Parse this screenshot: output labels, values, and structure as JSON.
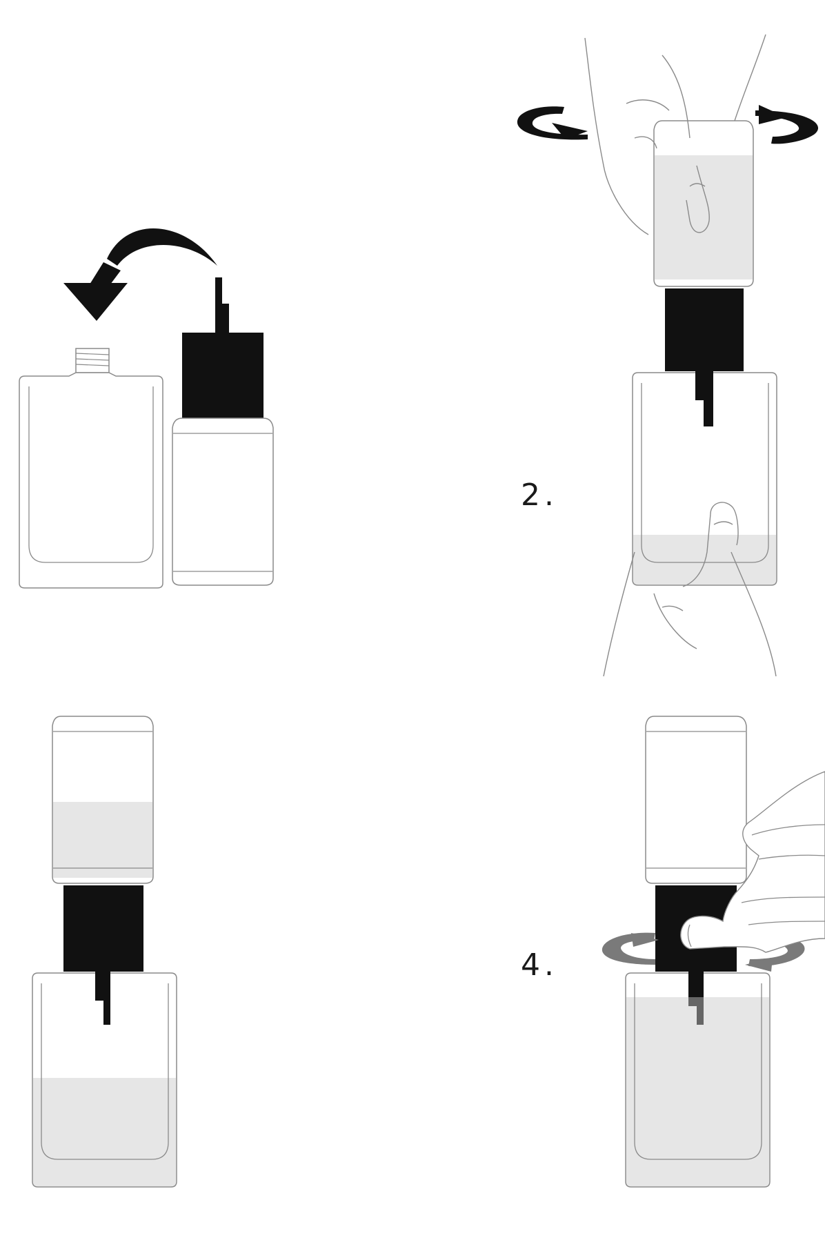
{
  "steps": [
    {
      "id": "1",
      "label": ""
    },
    {
      "id": "2",
      "label": "2."
    },
    {
      "id": "3",
      "label": ""
    },
    {
      "id": "4",
      "label": "4."
    }
  ],
  "colors": {
    "background": "#ffffff",
    "outline": "#8a8a8a",
    "cap": "#111111",
    "liquid": "#e6e6e6",
    "arrow_black": "#111111",
    "arrow_gray": "#7a7a7a"
  },
  "icons": [
    "curved-arrow-icon",
    "rotate-arrows-icon",
    "hand-icon",
    "bottle-icon",
    "refill-bottle-icon"
  ]
}
